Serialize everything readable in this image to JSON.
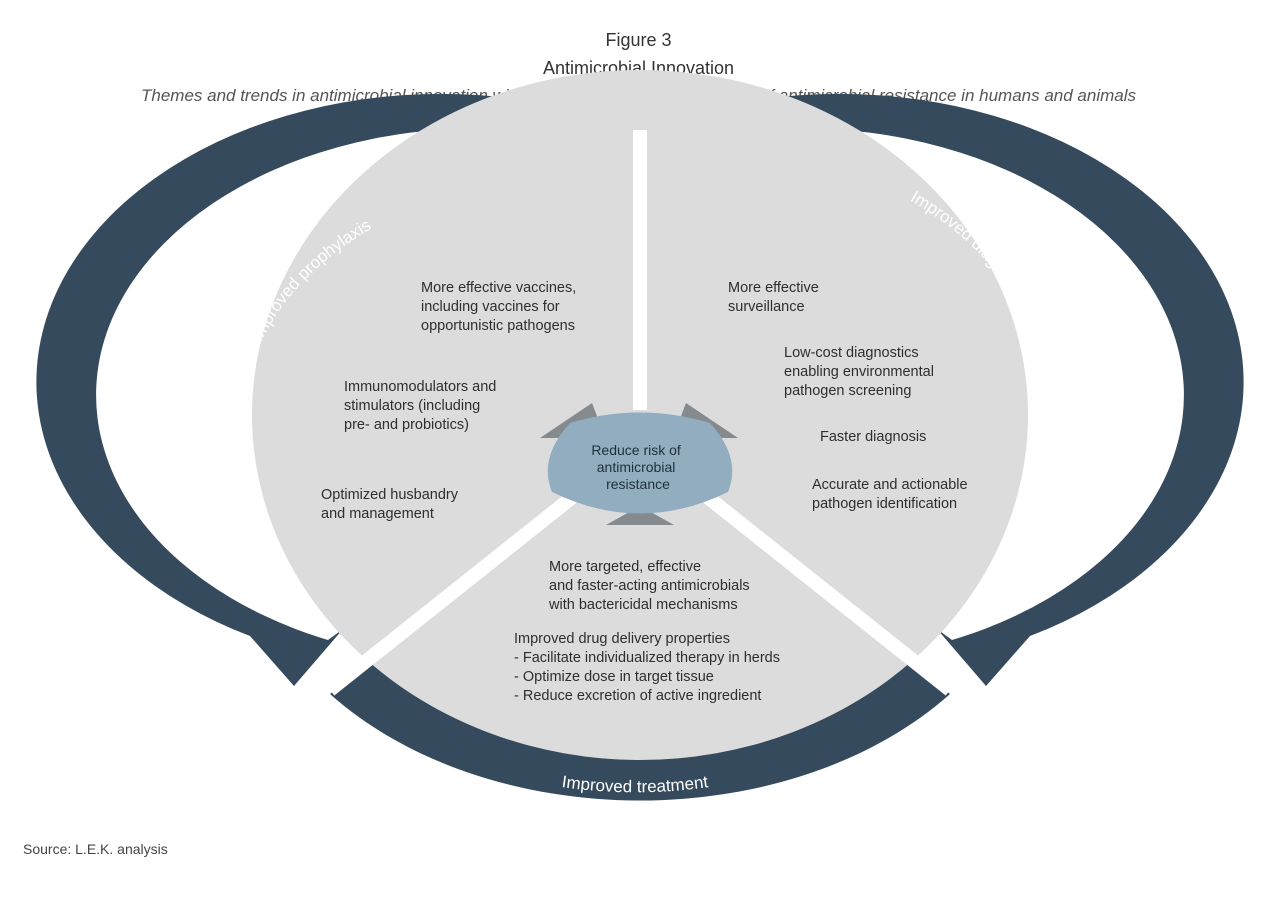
{
  "figure": {
    "label": "Figure 3",
    "title": "Antimicrobial Innovation",
    "subtitle": "Themes and trends in antimicrobial innovation with the potential to reduce the risk of antimicrobial resistance in humans and animals"
  },
  "center": {
    "lines": [
      "Reduce risk of",
      "antimicrobial",
      "resistance"
    ]
  },
  "segments": [
    {
      "label": "Improved prophylaxis",
      "items": [
        [
          "More effective vaccines,",
          "including vaccines for",
          "opportunistic pathogens"
        ],
        [
          "Immunomodulators and",
          "stimulators (including",
          "pre- and probiotics)"
        ],
        [
          "Optimized husbandry",
          "and management"
        ]
      ]
    },
    {
      "label": "Improved diagnosis",
      "items": [
        [
          "More effective",
          "surveillance"
        ],
        [
          "Low-cost diagnostics",
          "enabling environmental",
          "pathogen screening"
        ],
        [
          "Faster diagnosis"
        ],
        [
          "Accurate and actionable",
          "pathogen identification"
        ]
      ]
    },
    {
      "label": "Improved treatment",
      "items": [
        [
          "More targeted, effective",
          "and faster-acting antimicrobials",
          "with bactericidal mechanisms"
        ],
        [
          "Improved drug delivery properties",
          "- Facilitate individualized therapy in herds",
          "- Optimize dose in target tissue",
          "- Reduce excretion of active ingredient"
        ]
      ]
    }
  ],
  "source": "Source: L.E.K. analysis",
  "colors": {
    "ring": "#354a5c",
    "fill": "#dcdcdc",
    "center": "#93adc0",
    "chevron": "#858a8e"
  }
}
